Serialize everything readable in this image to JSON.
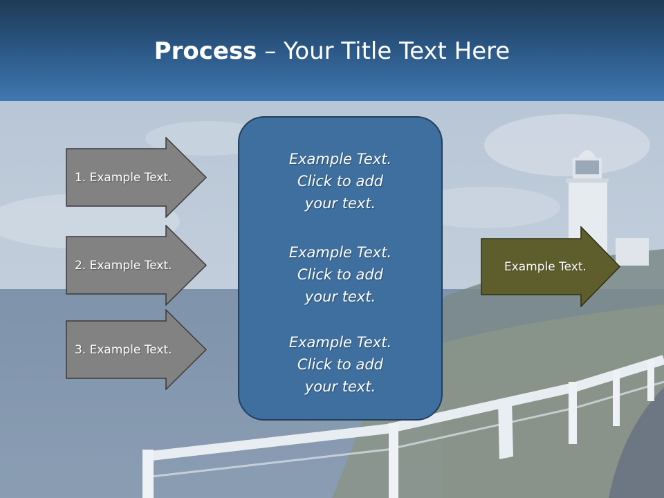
{
  "title": {
    "bold": "Process",
    "rest": " – Your Title Text Here"
  },
  "left_arrows": [
    {
      "label": "1. Example Text."
    },
    {
      "label": "2. Example Text."
    },
    {
      "label": "3. Example Text."
    }
  ],
  "center_box": {
    "paragraphs": [
      {
        "lines": [
          "Example Text.",
          "Click  to add",
          "your text."
        ]
      },
      {
        "lines": [
          "Example Text.",
          "Click  to add",
          "your text."
        ]
      },
      {
        "lines": [
          "Example Text.",
          "Click  to add",
          "your text."
        ]
      }
    ]
  },
  "right_arrow": {
    "label": "Example Text."
  },
  "colors": {
    "title_bar": "#2a5582",
    "left_arrow_fill": "#828282",
    "center_box_fill": "#3e6f9e",
    "right_arrow_fill": "#5e5e2c"
  }
}
